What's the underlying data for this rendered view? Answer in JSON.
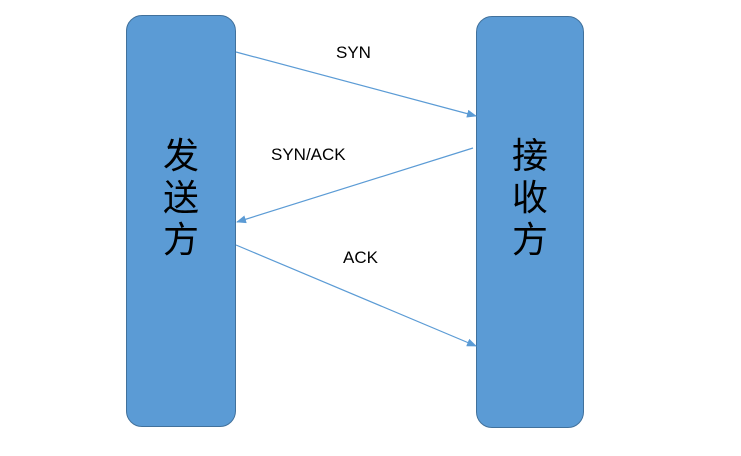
{
  "sender": {
    "label": "发送方"
  },
  "receiver": {
    "label": "接收方"
  },
  "messages": [
    {
      "label": "SYN",
      "from": "sender",
      "to": "receiver"
    },
    {
      "label": "SYN/ACK",
      "from": "receiver",
      "to": "sender"
    },
    {
      "label": "ACK",
      "from": "sender",
      "to": "receiver"
    }
  ],
  "colors": {
    "box_fill": "#5b9bd5",
    "box_border": "#41719c",
    "arrow": "#5b9bd5"
  }
}
